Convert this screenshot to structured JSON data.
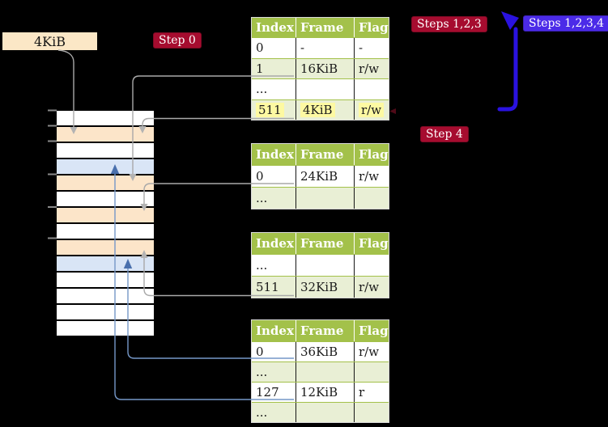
{
  "colors": {
    "memBox": "#fbe7c6",
    "peach": "#fce5c9",
    "lightBlue": "#d9e5f6",
    "badgeRed": "#a60c2f",
    "badgeBlue": "#4b2be8",
    "headerGreen": "#a3c14a",
    "rowGreen": "#e9efd5",
    "highlightYellow": "#fdf9a2",
    "grayLine": "#a9a9a9",
    "blueLine": "#7597c7",
    "blueArrowHead": "#4a70ad",
    "recursiveArrowBlue": "#2a12e0",
    "selfPointerMark": "#500a18",
    "tickGray": "#8a8a8a"
  },
  "mem_box": {
    "label": "4KiB"
  },
  "badges": {
    "step0": "Step 0",
    "steps123": "Steps 1,2,3",
    "steps1234": "Steps 1,2,3,4",
    "step4": "Step 4"
  },
  "memory_column": {
    "rows": [
      "white",
      "peach",
      "white",
      "blue",
      "peach",
      "white",
      "peach",
      "white",
      "peach",
      "blue",
      "white",
      "white",
      "white",
      "white"
    ]
  },
  "tables": [
    {
      "name": "page-table-top",
      "headers": [
        "Index",
        "Frame",
        "Flags"
      ],
      "rows": [
        {
          "cells": [
            "0",
            "-",
            "-"
          ],
          "shade": "white",
          "highlight": false
        },
        {
          "cells": [
            "1",
            "16KiB",
            "r/w"
          ],
          "shade": "green",
          "highlight": false
        },
        {
          "cells": [
            "...",
            "",
            ""
          ],
          "shade": "white",
          "highlight": false
        },
        {
          "cells": [
            "511",
            "4KiB",
            "r/w"
          ],
          "shade": "green",
          "highlight": true
        }
      ]
    },
    {
      "name": "page-table-second",
      "headers": [
        "Index",
        "Frame",
        "Flags"
      ],
      "rows": [
        {
          "cells": [
            "0",
            "24KiB",
            "r/w"
          ],
          "shade": "white",
          "highlight": false
        },
        {
          "cells": [
            "...",
            "",
            ""
          ],
          "shade": "green",
          "highlight": false
        }
      ]
    },
    {
      "name": "page-table-third",
      "headers": [
        "Index",
        "Frame",
        "Flags"
      ],
      "rows": [
        {
          "cells": [
            "...",
            "",
            ""
          ],
          "shade": "white",
          "highlight": false
        },
        {
          "cells": [
            "511",
            "32KiB",
            "r/w"
          ],
          "shade": "green",
          "highlight": false
        }
      ]
    },
    {
      "name": "page-table-bottom",
      "headers": [
        "Index",
        "Frame",
        "Flags"
      ],
      "rows": [
        {
          "cells": [
            "0",
            "36KiB",
            "r/w"
          ],
          "shade": "white",
          "highlight": false
        },
        {
          "cells": [
            "...",
            "",
            ""
          ],
          "shade": "green",
          "highlight": false
        },
        {
          "cells": [
            "127",
            "12KiB",
            "r"
          ],
          "shade": "white",
          "highlight": false
        },
        {
          "cells": [
            "...",
            "",
            ""
          ],
          "shade": "green",
          "highlight": false
        }
      ]
    }
  ]
}
